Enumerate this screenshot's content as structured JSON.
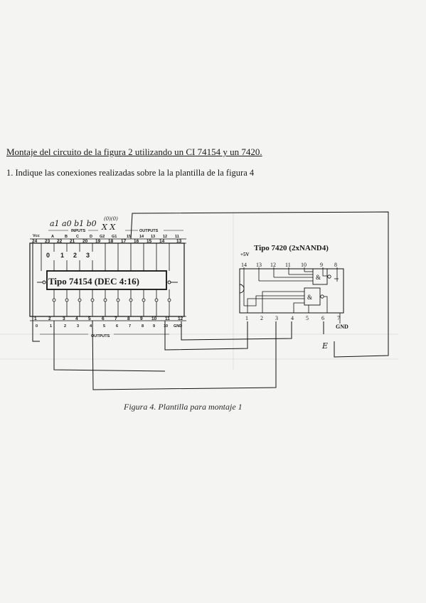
{
  "document": {
    "heading": "Montaje del circuito de la figura 2 utilizando un CI 74154 y un 7420.",
    "question": "1. Indique las conexiones realizadas sobre la la plantilla de la figura 4",
    "caption": "Figura 4. Plantilla para montaje 1"
  },
  "chip_74154": {
    "title": "Tipo 74154  (DEC 4:16)",
    "vcc_label": "Vcc",
    "inputs_label": "INPUTS",
    "outputs_top_label": "OUTPUTS",
    "outputs_bottom_label": "OUTPUTS",
    "gnd_label": "GND",
    "top_signals": [
      "A",
      "B",
      "C",
      "D",
      "G2",
      "G1",
      "15",
      "14",
      "13",
      "12",
      "11"
    ],
    "top_pins": [
      "24",
      "23",
      "22",
      "21",
      "20",
      "19",
      "18",
      "17",
      "16",
      "15",
      "14",
      "13"
    ],
    "inner_outputs": [
      "0",
      "1",
      "2",
      "3"
    ],
    "bottom_pins": [
      "1",
      "2",
      "3",
      "4",
      "5",
      "6",
      "7",
      "8",
      "9",
      "10",
      "11",
      "12"
    ],
    "bottom_signals": [
      "0",
      "1",
      "2",
      "3",
      "4",
      "5",
      "6",
      "7",
      "8",
      "9",
      "10",
      "GND"
    ]
  },
  "chip_7420": {
    "title": "Tipo 7420  (2xNAND4)",
    "supply_label": "+5V",
    "gnd_label": "GND",
    "gate_symbol": "&",
    "top_pins": [
      "14",
      "13",
      "12",
      "11",
      "10",
      "9",
      "8"
    ],
    "bottom_pins": [
      "1",
      "2",
      "3",
      "4",
      "5",
      "6",
      "7"
    ]
  },
  "annotations": {
    "inputs_handwritten": "a1 a0 b1 b0",
    "dont_care": "X X",
    "enable_note": "(0)(0)",
    "output_label": "E"
  }
}
